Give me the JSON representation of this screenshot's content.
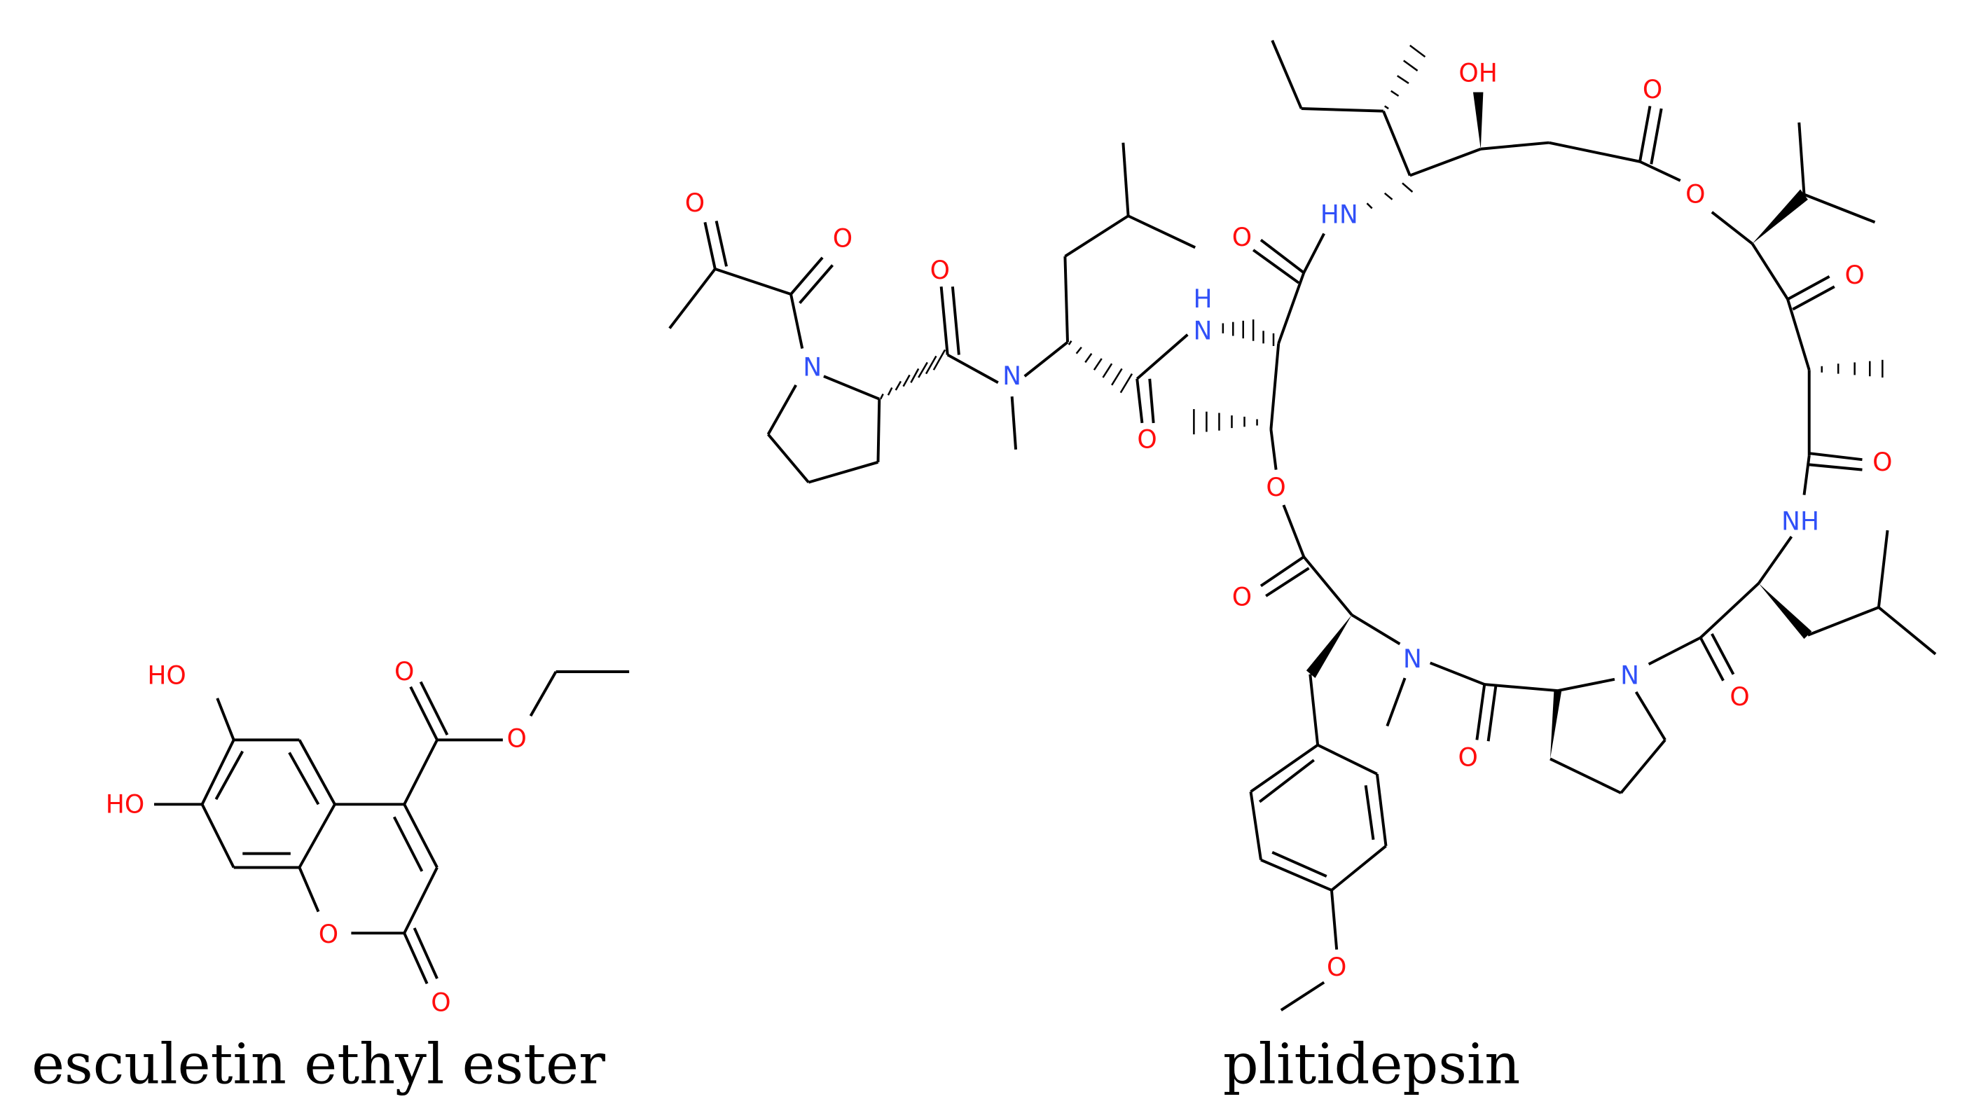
{
  "figure": {
    "molecules": [
      {
        "name": "esculetin ethyl ester",
        "atom_labels": [
          "HO",
          "HO",
          "O",
          "O",
          "O",
          "O"
        ]
      },
      {
        "name": "plitidepsin",
        "atom_labels": [
          "O",
          "O",
          "N",
          "O",
          "N",
          "H",
          "N",
          "O",
          "O",
          "HN",
          "OH",
          "O",
          "O",
          "O",
          "O",
          "NH",
          "O",
          "N",
          "O",
          "N",
          "O",
          "O"
        ]
      }
    ],
    "colors": {
      "bond": "#000000",
      "oxygen": "#ff0d0d",
      "nitrogen": "#3050f8"
    }
  },
  "captions": {
    "left": "esculetin ethyl ester",
    "right": "plitidepsin"
  }
}
